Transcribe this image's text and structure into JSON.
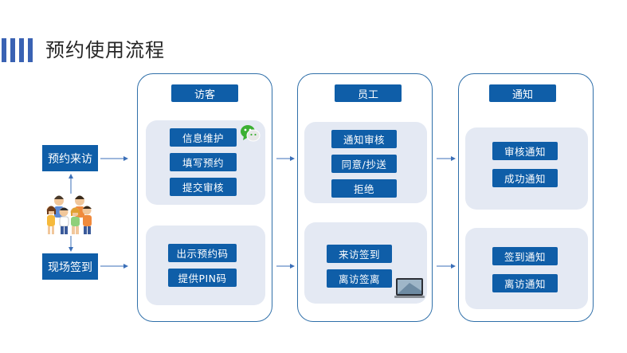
{
  "title": "预约使用流程",
  "left": {
    "top_label": "预约来访",
    "bottom_label": "现场签到"
  },
  "visitor": {
    "header": "访客",
    "group1": [
      "信息维护",
      "填写预约",
      "提交审核"
    ],
    "group2": [
      "出示预约码",
      "提供PIN码"
    ]
  },
  "staff": {
    "header": "员工",
    "group1": [
      "通知审核",
      "同意/抄送",
      "拒绝"
    ],
    "group2": [
      "来访签到",
      "离访签离"
    ]
  },
  "notify": {
    "header": "通知",
    "group1": [
      "审核通知",
      "成功通知"
    ],
    "group2": [
      "签到通知",
      "离访通知"
    ]
  },
  "icons": {
    "wechat": "wechat-icon",
    "people": "people-group-icon",
    "tablet": "tablet-icon"
  },
  "colors": {
    "accent": "#0f5ea8",
    "panel_border": "#2f6fa9",
    "box_bg": "#e4e9f3",
    "title_bar": "#3a62b3"
  }
}
